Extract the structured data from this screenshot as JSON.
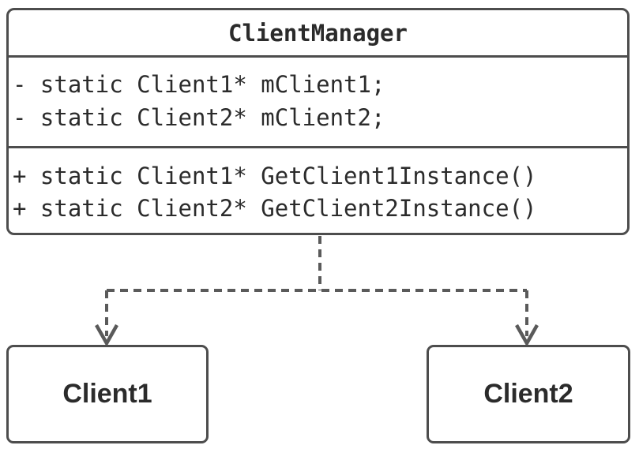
{
  "class_box": {
    "name": "ClientManager",
    "attributes": [
      "- static Client1* mClient1;",
      "- static Client2* mClient2;"
    ],
    "methods": [
      "+ static Client1* GetClient1Instance()",
      "+ static Client2* GetClient2Instance()"
    ]
  },
  "nodes": [
    {
      "label": "Client1"
    },
    {
      "label": "Client2"
    }
  ],
  "connector": {
    "style": "dashed",
    "arrowhead": "open-v",
    "from": "ClientManager",
    "to": [
      "Client1",
      "Client2"
    ]
  },
  "colors": {
    "box_border": "#4d4d4d",
    "text": "#2b2b2b",
    "connector": "#5a5a5a",
    "background": "#ffffff"
  }
}
